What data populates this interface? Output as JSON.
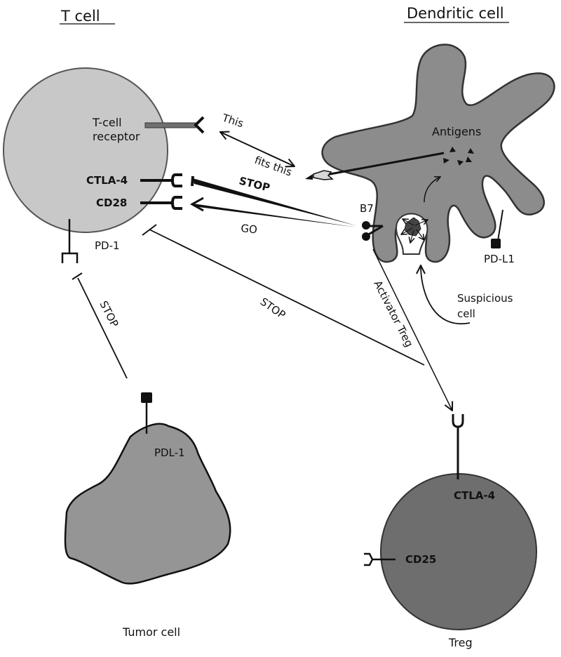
{
  "headers": {
    "t_cell": "T cell",
    "dendritic_cell": "Dendritic cell"
  },
  "t_cell": {
    "receptor_line1": "T-cell",
    "receptor_line2": "receptor",
    "ctla4": "CTLA-4",
    "cd28": "CD28",
    "pd1": "PD-1"
  },
  "dendritic_cell": {
    "antigens": "Antigens",
    "b7": "B7",
    "pdl1": "PD-L1",
    "suspicious_line1": "Suspicious",
    "suspicious_line2": "cell"
  },
  "arrows": {
    "this": "This",
    "fits_this": "fits this",
    "stop_ctla4": "STOP",
    "go_cd28": "GO",
    "stop_tumor": "STOP",
    "stop_treg": "STOP",
    "activator_treg": "Activator Treg"
  },
  "tumor_cell": {
    "pdl1": "PDL-1",
    "label": "Tumor cell"
  },
  "treg": {
    "ctla4": "CTLA-4",
    "cd25": "CD25",
    "label": "Treg"
  },
  "colors": {
    "t_cell_fill": "#c8c8c8",
    "dendritic_fill": "#8c8c8c",
    "tumor_fill": "#959595",
    "treg_fill": "#6e6e6e",
    "outline": "#1a1a1a"
  }
}
